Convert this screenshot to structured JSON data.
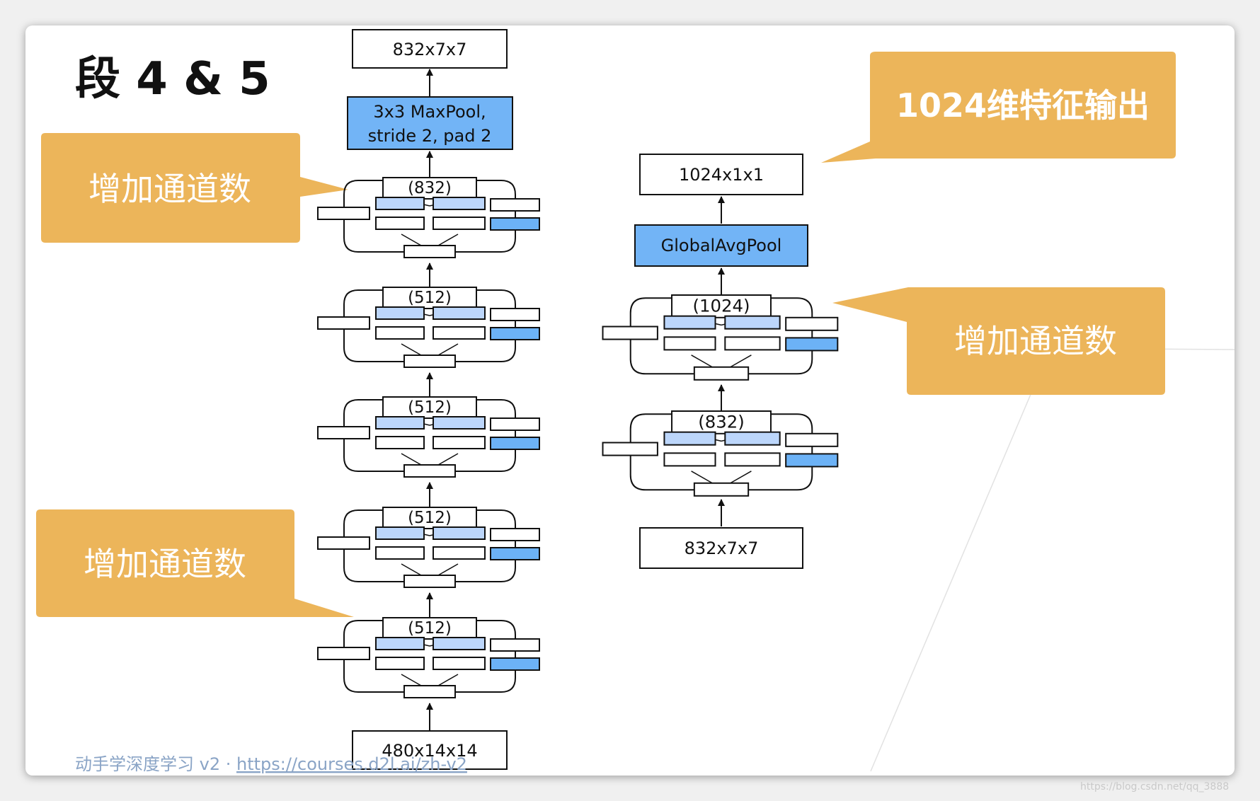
{
  "slide": {
    "title": "段 4 & 5",
    "footer": {
      "prefix": "动手学深度学习 v2 · ",
      "link": "https://courses.d2l.ai/zh-v2"
    },
    "watermark": "https://blog.csdn.net/qq_3888"
  },
  "callouts": {
    "top_left": "增加通道数",
    "bottom_left": "增加通道数",
    "right": "增加通道数",
    "top_right": "1024维特征输出"
  },
  "left_column": {
    "output_shape": "832x7x7",
    "pool_line1": "3x3 MaxPool,",
    "pool_line2": "stride 2, pad 2",
    "input_shape": "480x14x14",
    "inception_labels": [
      "(512)",
      "(512)",
      "(512)",
      "(512)",
      "(832)"
    ]
  },
  "right_column": {
    "output_shape": "1024x1x1",
    "pool_label": "GlobalAvgPool",
    "input_shape": "832x7x7",
    "inception_labels": [
      "(832)",
      "(1024)"
    ]
  },
  "colors": {
    "callout": "#ecb55a",
    "pool_fill": "#72b4f6",
    "conv_light": "#bcd6fb",
    "conv_dark": "#6cb2f6",
    "stroke": "#111111",
    "footer_text": "#8aa4c6"
  }
}
